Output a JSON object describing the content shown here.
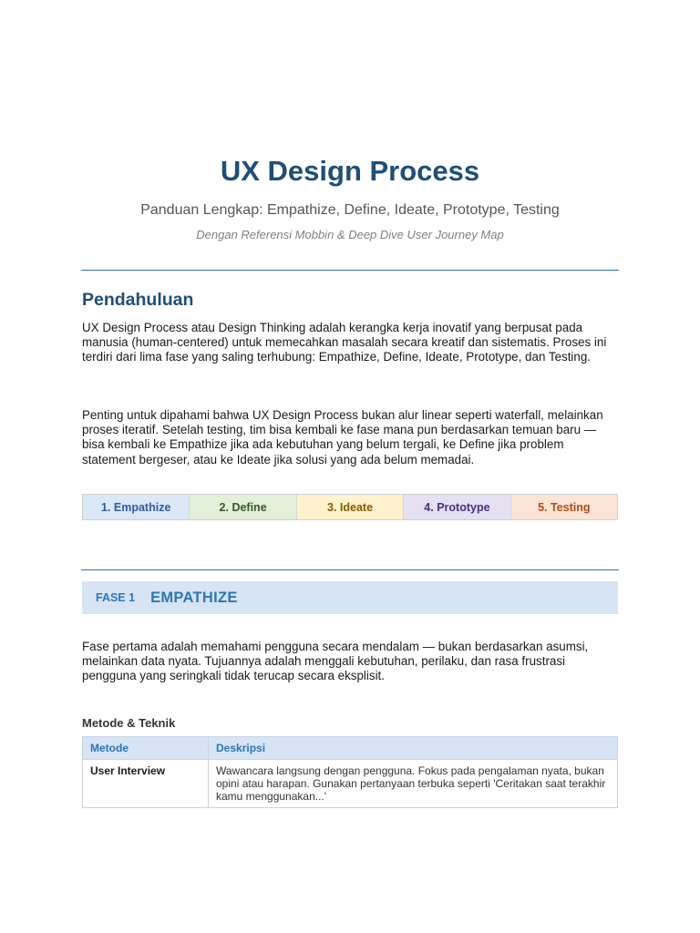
{
  "doc": {
    "title": "UX Design Process",
    "subtitle": "Panduan Lengkap: Empathize, Define, Ideate, Prototype, Testing",
    "reference": "Dengan Referensi Mobbin & Deep Dive User Journey Map"
  },
  "intro": {
    "heading": "Pendahuluan",
    "paragraphs": [
      "UX Design Process atau Design Thinking adalah kerangka kerja inovatif yang berpusat pada manusia (human-centered) untuk memecahkan masalah secara kreatif dan sistematis. Proses ini terdiri dari lima fase yang saling terhubung: Empathize, Define, Ideate, Prototype, dan Testing.",
      "Penting untuk dipahami bahwa UX Design Process bukan alur linear seperti waterfall, melainkan proses iteratif. Setelah testing, tim bisa kembali ke fase mana pun berdasarkan temuan baru — bisa kembali ke Empathize jika ada kebutuhan yang belum tergali, ke Define jika problem statement bergeser, atau ke Ideate jika solusi yang ada belum memadai."
    ]
  },
  "phases": [
    {
      "label": "1. Empathize",
      "color": "#dae8f8"
    },
    {
      "label": "2. Define",
      "color": "#e2efd9"
    },
    {
      "label": "3. Ideate",
      "color": "#fff2cc"
    },
    {
      "label": "4. Prototype",
      "color": "#e6e0f3"
    },
    {
      "label": "5. Testing",
      "color": "#fbe4d5"
    }
  ],
  "fase1": {
    "number": "FASE 1",
    "name": "EMPATHIZE",
    "description": "Fase pertama adalah memahami pengguna secara mendalam — bukan berdasarkan asumsi, melainkan data nyata. Tujuannya adalah menggali kebutuhan, perilaku, dan rasa frustrasi pengguna yang seringkali tidak terucap secara eksplisit.",
    "methods_heading": "Metode & Teknik",
    "table": {
      "headers": [
        "Metode",
        "Deskripsi"
      ],
      "rows": [
        {
          "method": "User Interview",
          "description": "Wawancara langsung dengan pengguna. Fokus pada pengalaman nyata, bukan opini atau harapan. Gunakan pertanyaan terbuka seperti 'Ceritakan saat terakhir kamu menggunakan...'"
        }
      ]
    }
  },
  "colors": {
    "accent": "#1f4e79",
    "accent_light": "#2e75b6",
    "banner_bg": "#d6e4f5"
  }
}
